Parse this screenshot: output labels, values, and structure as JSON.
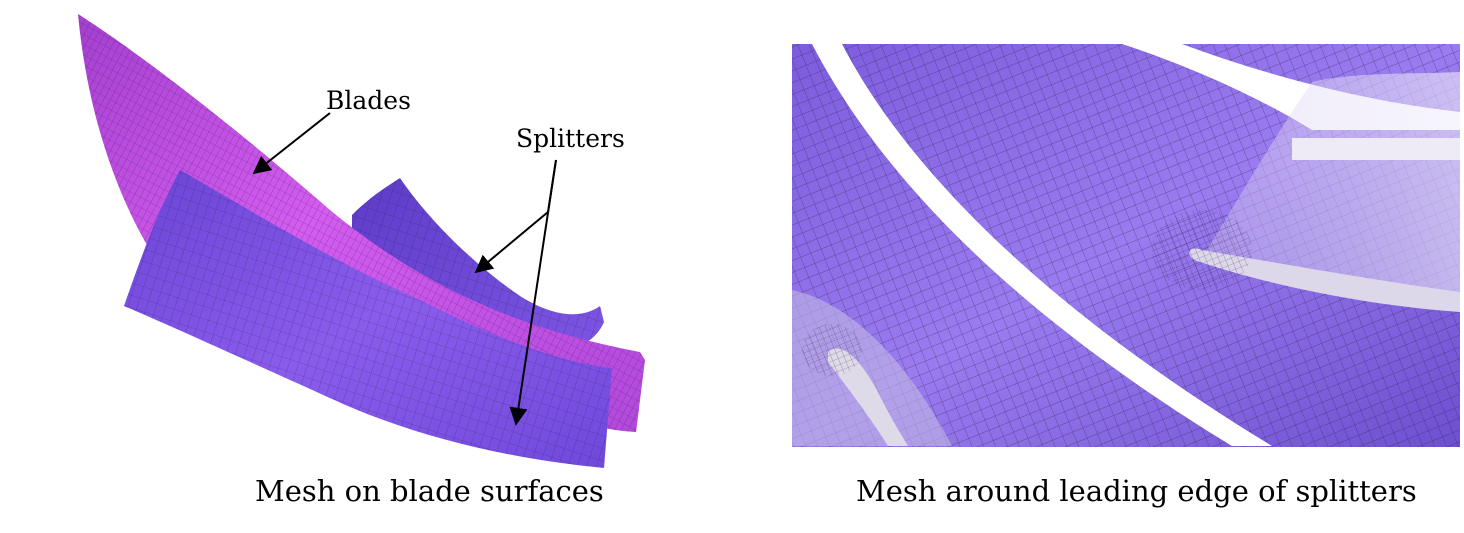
{
  "left_panel": {
    "caption": "Mesh on blade surfaces",
    "labels": {
      "blades": "Blades",
      "splitters": "Splitters"
    }
  },
  "right_panel": {
    "caption": "Mesh around  leading edge of splitters"
  },
  "colors": {
    "blade_magenta": "#c24be6",
    "splitter_violet": "#7a4fe0",
    "mesh_line": "#2a1640",
    "passage_violet": "#8f6ee8",
    "arrow": "#000000"
  }
}
